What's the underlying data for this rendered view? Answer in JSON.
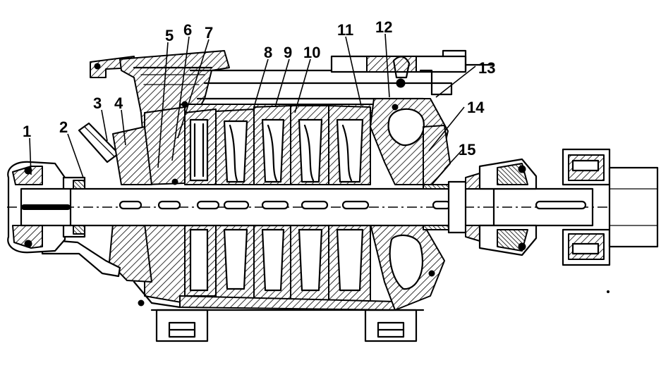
{
  "callouts": [
    "1",
    "2",
    "3",
    "4",
    "5",
    "6",
    "7",
    "8",
    "9",
    "10",
    "11",
    "12",
    "13",
    "14",
    "15"
  ],
  "colors": {
    "ink": "#000000",
    "paper": "#ffffff"
  }
}
